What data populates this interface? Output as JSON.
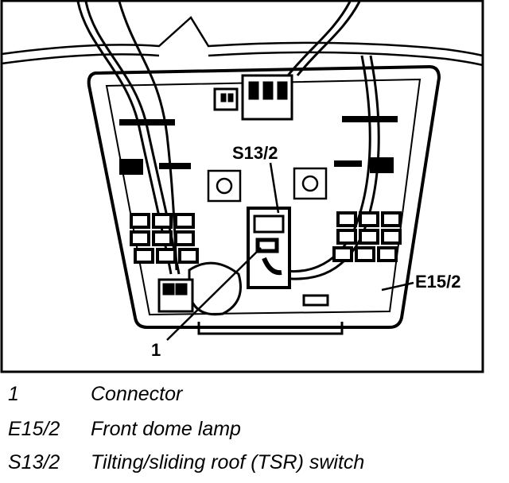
{
  "callouts": {
    "connector": "1",
    "switch": "S13/2",
    "dome_lamp": "E15/2"
  },
  "legend": [
    {
      "code": "1",
      "text": "Connector"
    },
    {
      "code": "E15/2",
      "text": "Front dome lamp"
    },
    {
      "code": "S13/2",
      "text": "Tilting/sliding roof (TSR) switch"
    }
  ]
}
